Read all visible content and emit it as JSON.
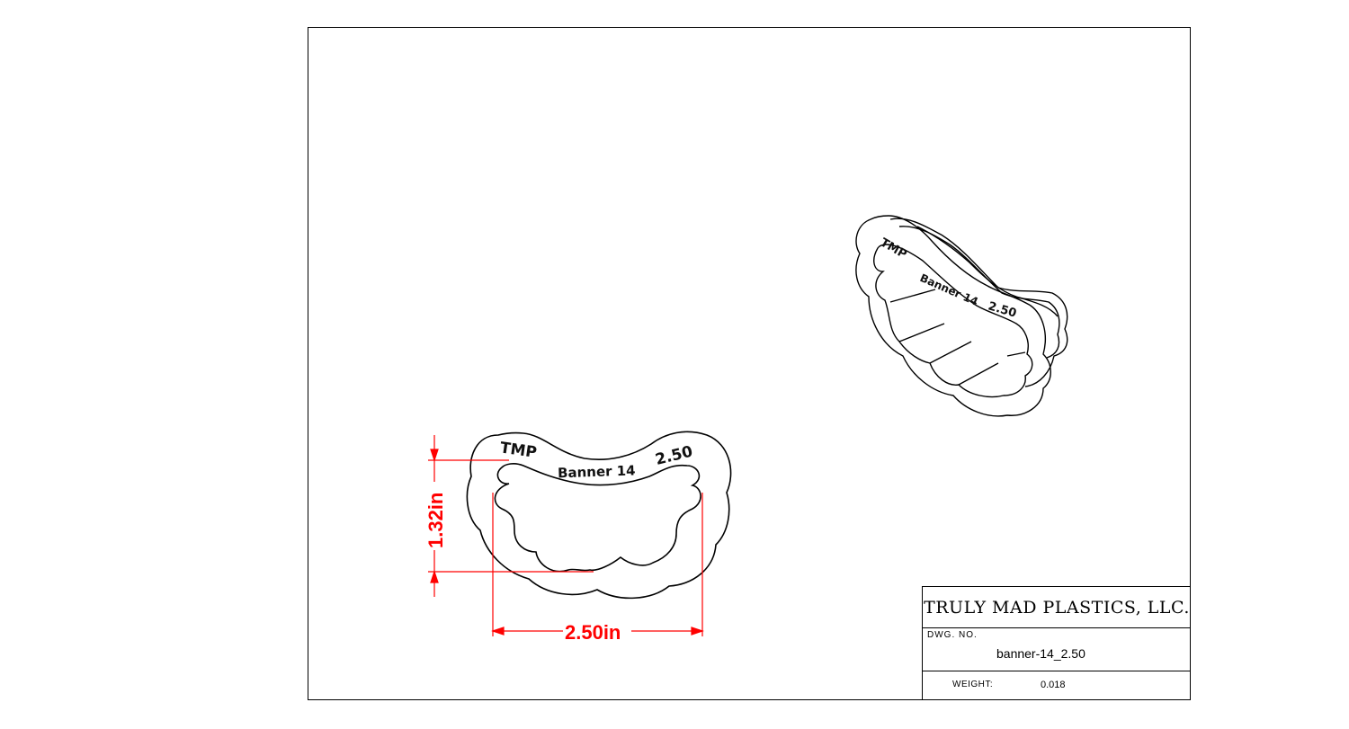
{
  "title_block": {
    "company": "TRULY MAD PLASTICS, LLC.",
    "dwg_no_label": "DWG. NO.",
    "dwg_no_value": "banner-14_2.50",
    "weight_label": "WEIGHT:",
    "weight_value": "0.018"
  },
  "front_view": {
    "engraving": {
      "brand": "TMP",
      "name": "Banner 14",
      "size": "2.50"
    },
    "dimension_width": "2.50in",
    "dimension_height": "1.32in"
  },
  "iso_view": {
    "engraving": {
      "brand": "TMP",
      "name": "Banner 14",
      "size": "2.50"
    }
  },
  "colors": {
    "dimension": "#ff0000",
    "line": "#000000"
  }
}
